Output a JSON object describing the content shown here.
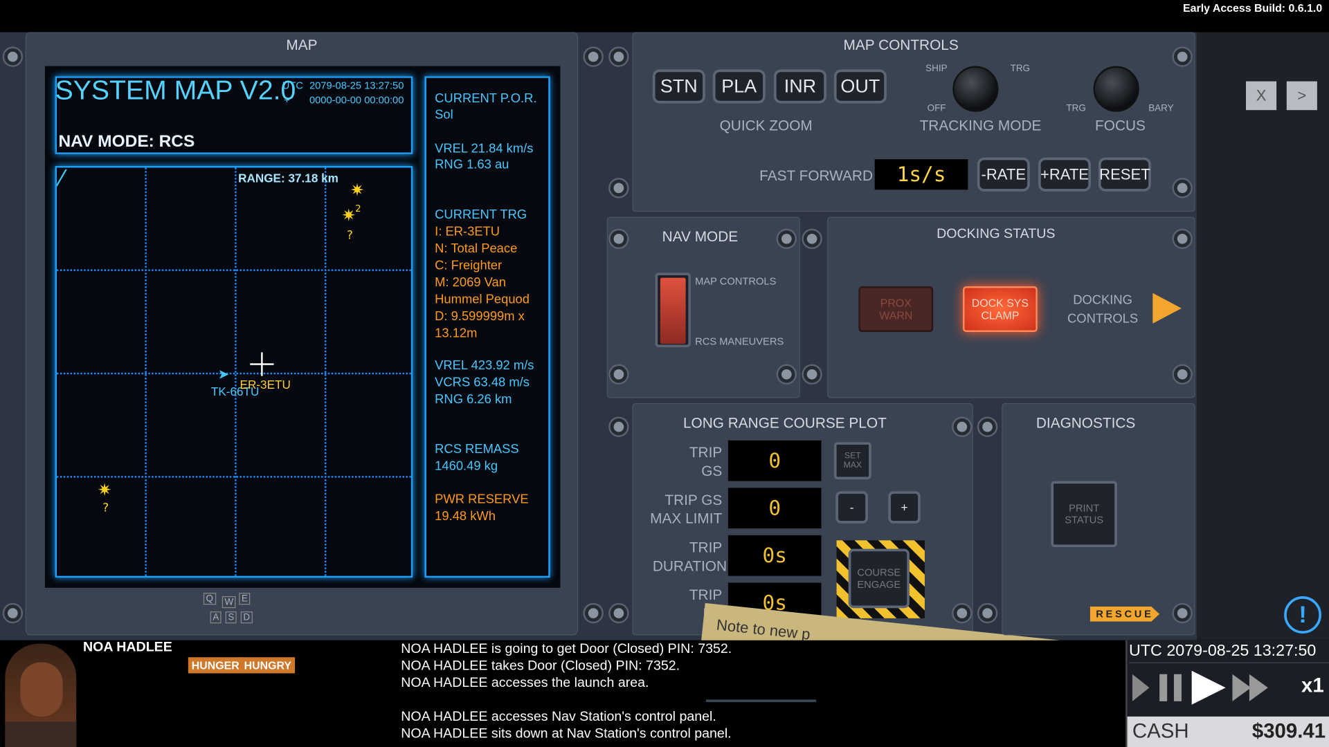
{
  "build": "Early Access Build: 0.6.1.0",
  "map": {
    "panel_title": "MAP",
    "system_title": "SYSTEM MAP V2.0",
    "utc_label": "UTC",
    "utc_time": "2079-08-25 13:27:50",
    "plus_label": "+",
    "plus_time": "0000-00-00 00:00:00",
    "nav_mode": "NAV MODE: RCS",
    "range": "RANGE: 37.18 km",
    "marker_own": "TK-66TU",
    "marker_target": "ER-3ETU",
    "unknown_mark": "?",
    "star_2_label": "2",
    "info": {
      "por_label": "CURRENT P.O.R.",
      "por_value": "Sol",
      "vrel1": "VREL 21.84 km/s",
      "rng1": "RNG 1.63 au",
      "trg_label": "CURRENT TRG",
      "trg_i": "I: ER-3ETU",
      "trg_n": "N: Total Peace",
      "trg_c": "C: Freighter",
      "trg_m1": "M: 2069 Van",
      "trg_m2": "Hummel Pequod",
      "trg_d1": "D: 9.599999m x",
      "trg_d2": "13.12m",
      "vrel2": "VREL 423.92 m/s",
      "vcrs": "VCRS 63.48 m/s",
      "rng2": "RNG 6.26 km",
      "rcs_label": "RCS REMASS",
      "rcs_value": "1460.49 kg",
      "pwr_label": "PWR RESERVE",
      "pwr_value": "19.48 kWh"
    },
    "keys": [
      "Q",
      "W",
      "E",
      "A",
      "S",
      "D"
    ]
  },
  "map_controls": {
    "title": "MAP CONTROLS",
    "zoom_buttons": [
      "STN",
      "PLA",
      "INR",
      "OUT"
    ],
    "quick_zoom": "QUICK ZOOM",
    "tracking_mode": "TRACKING MODE",
    "tm_ship": "SHIP",
    "tm_trg": "TRG",
    "tm_off": "OFF",
    "focus": "FOCUS",
    "focus_trg": "TRG",
    "focus_bary": "BARY",
    "fast_forward": "FAST FORWARD",
    "ff_value": "1s/s",
    "minus_rate": "-RATE",
    "plus_rate": "+RATE",
    "reset": "RESET"
  },
  "nav_mode": {
    "title": "NAV MODE",
    "opt_map": "MAP CONTROLS",
    "opt_rcs": "RCS MANEUVERS"
  },
  "docking": {
    "title": "DOCKING STATUS",
    "prox_warn": "PROX WARN",
    "dock_clamp": "DOCK SYS CLAMP",
    "controls": "DOCKING CONTROLS"
  },
  "course_plot": {
    "title": "LONG RANGE COURSE PLOT",
    "trip_gs_label": "TRIP GS",
    "trip_gs_value": "0",
    "set_max": "SET MAX",
    "trip_gs_max_label": "TRIP GS MAX LIMIT",
    "trip_gs_max_value": "0",
    "minus": "-",
    "plus": "+",
    "trip_duration_label": "TRIP DURATION",
    "trip_duration_value": "0s",
    "trip_fuel_label": "TRIP FU",
    "trip_fuel_value": "0s",
    "course_engage": "COURSE ENGAGE",
    "note": "Note to new p"
  },
  "diagnostics": {
    "title": "DIAGNOSTICS",
    "print_status": "PRINT STATUS",
    "rescue": "RESCUE"
  },
  "side": {
    "close": "X",
    "next": ">",
    "alert": "!"
  },
  "character": {
    "name": "NOA HADLEE",
    "status1": "HUNGER",
    "status2": "HUNGRY"
  },
  "log": [
    "NOA HADLEE is going to get Door (Closed) PIN: 7352.",
    "NOA HADLEE takes Door (Closed) PIN: 7352.",
    "NOA HADLEE accesses the launch area.",
    "",
    "NOA HADLEE accesses Nav Station's control panel.",
    "NOA HADLEE sits down at Nav Station's control panel."
  ],
  "time": {
    "utc": "UTC 2079-08-25 13:27:50",
    "speed": "x1",
    "cash_label": "CASH",
    "cash_value": "$309.41"
  },
  "colors": {
    "cyan": "#1ea0ff",
    "orange": "#ff9b1a",
    "panel": "#3a4352",
    "lcd_text": "#f2c12e",
    "warn_red": "#ff5a2a"
  }
}
